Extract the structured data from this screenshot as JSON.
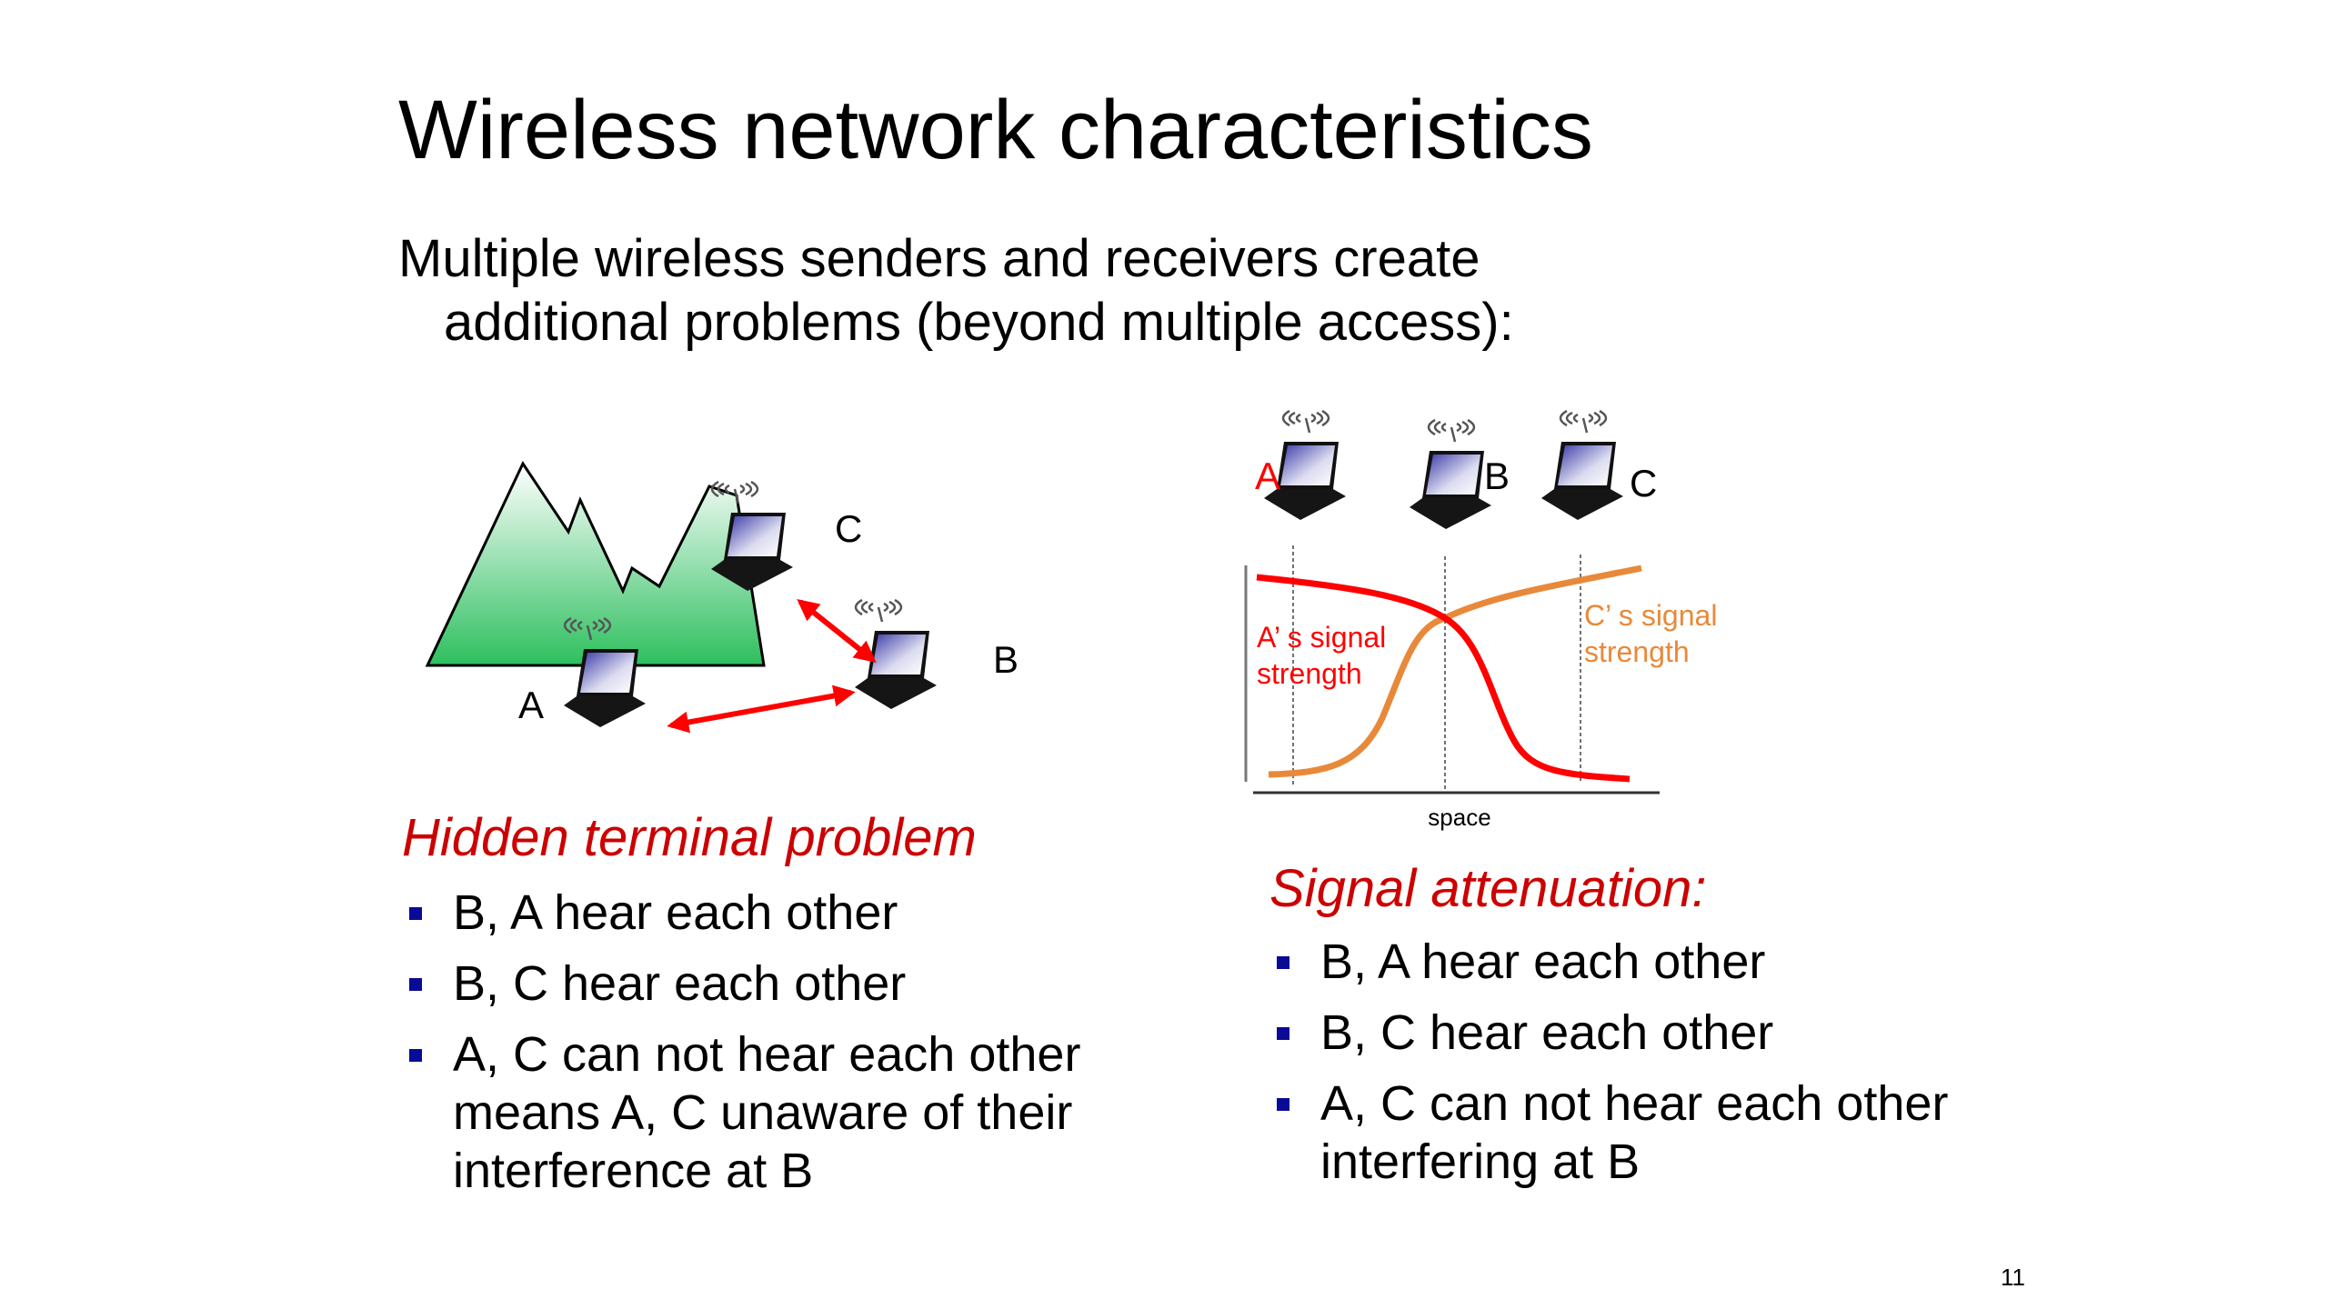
{
  "slide": {
    "title": "Wireless network characteristics",
    "subtitle_line1": "Multiple wireless senders and receivers create",
    "subtitle_line2": "additional problems (beyond multiple access):",
    "page_number": "11"
  },
  "hidden_terminal": {
    "diagram": {
      "labels": {
        "a": "A",
        "b": "B",
        "c": "C"
      },
      "obstacle": "mountain-icon",
      "links": [
        "A-B",
        "B-C"
      ]
    },
    "heading": "Hidden terminal problem",
    "bullets": [
      "B, A hear each other",
      "B, C hear each other",
      "A, C can not hear each other means A, C unaware of their interference at B"
    ]
  },
  "attenuation": {
    "diagram": {
      "labels": {
        "a": "A",
        "b": "B",
        "c": "C"
      },
      "a_signal_label_1": "A’ s signal",
      "a_signal_label_2": "strength",
      "c_signal_label_1": "C’ s signal",
      "c_signal_label_2": "strength",
      "x_axis_label": "space"
    },
    "heading": "Signal attenuation:",
    "bullets": [
      "B, A hear each other",
      "B, C hear each other",
      "A, C can not hear each other interfering at B"
    ]
  },
  "colors": {
    "heading": "#cc0000",
    "bullet": "#0a0a96",
    "a_signal": "#ff0000",
    "c_signal": "#e8893a",
    "mountain_top": "#ffffff",
    "mountain_bottom": "#2dbf5e"
  }
}
